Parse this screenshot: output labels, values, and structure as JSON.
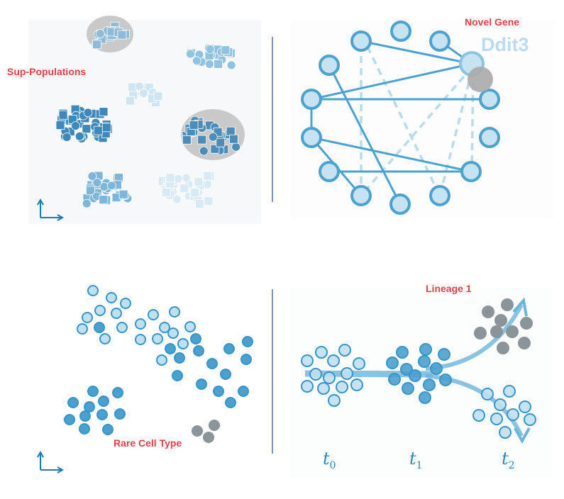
{
  "panels": {
    "subpopulations": {
      "label": "Sup-Populations"
    },
    "network": {
      "label": "Novel Gene",
      "gene": "Ddit3"
    },
    "rare": {
      "label": "Rare Cell Type"
    },
    "lineage": {
      "label": "Lineage 1",
      "times": [
        {
          "t": "t",
          "sub": "0"
        },
        {
          "t": "t",
          "sub": "1"
        },
        {
          "t": "t",
          "sub": "2"
        }
      ]
    }
  },
  "colors": {
    "accent": "#e2414a",
    "dark": "#3c8dbf",
    "mid": "#6ab0d6",
    "light": "#c7e2f1",
    "gray": "#8a9499",
    "edge": "#4ba3cf"
  }
}
